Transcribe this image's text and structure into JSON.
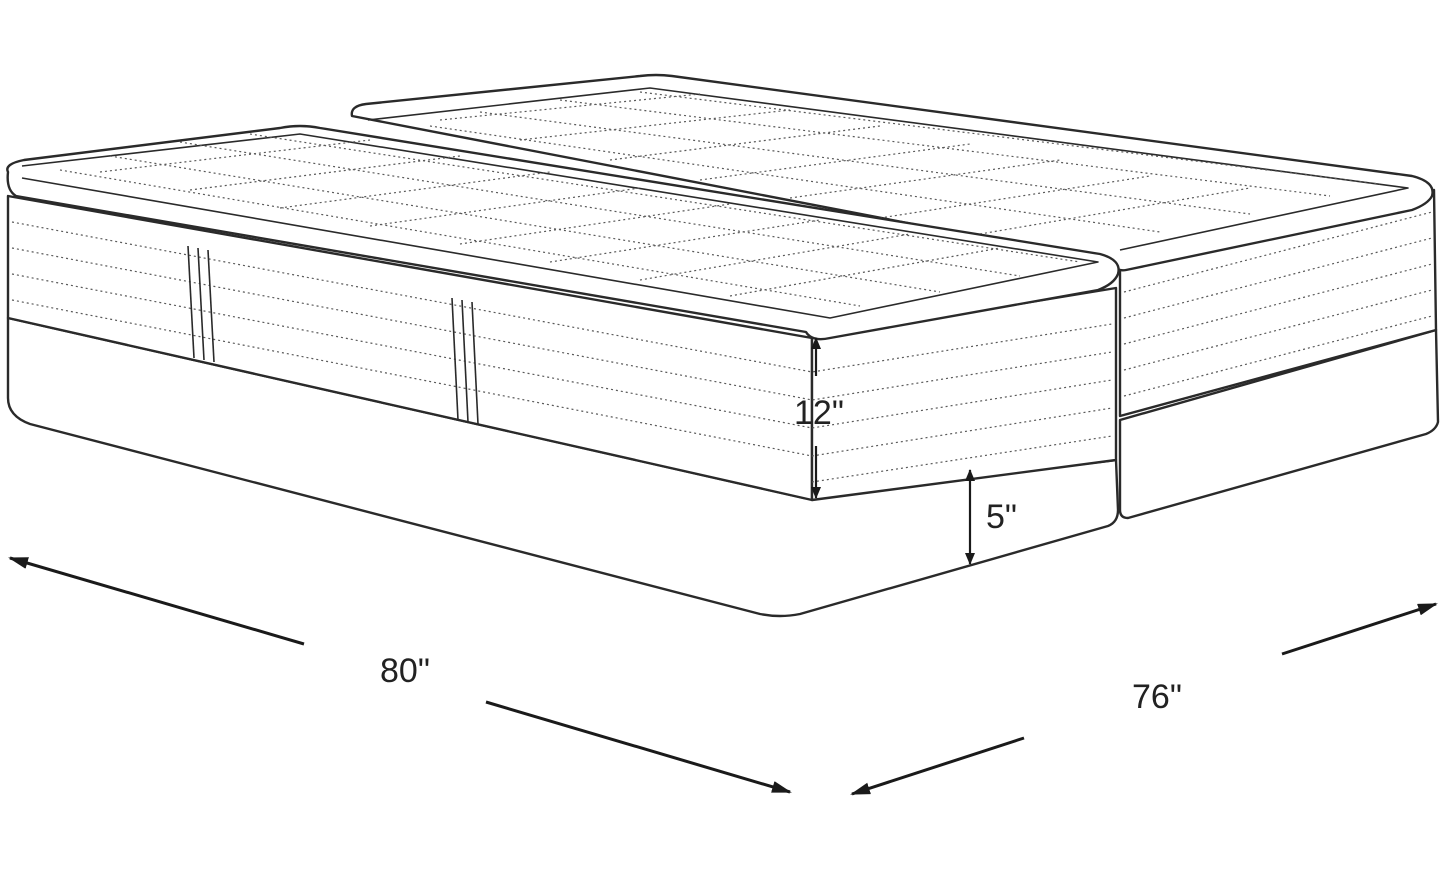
{
  "dimensions": {
    "top_height": "12\"",
    "foundation_height": "5\"",
    "length": "80\"",
    "width": "76\""
  },
  "colors": {
    "line": "#2a2a2a",
    "background": "#ffffff"
  }
}
